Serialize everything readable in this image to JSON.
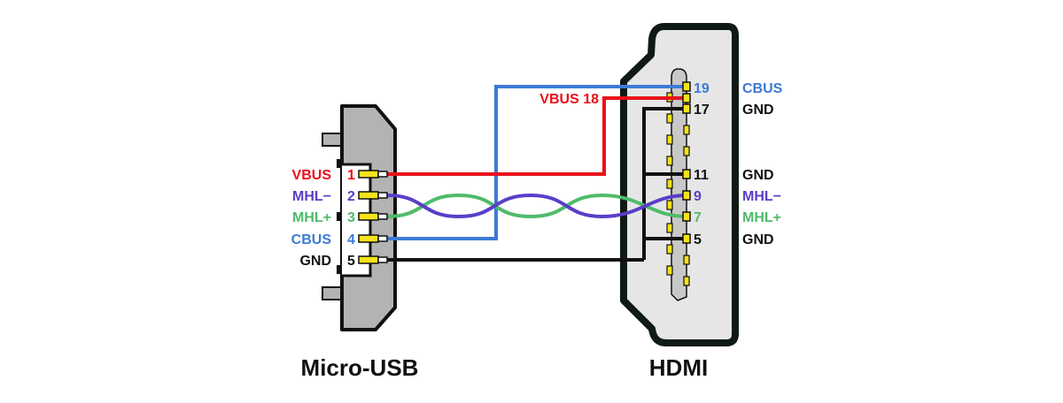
{
  "colors": {
    "vbus": "#e8111a",
    "mhl_minus": "#5a3ec8",
    "mhl_plus": "#4fbb6b",
    "cbus": "#3d7ad8",
    "gnd": "#111111",
    "pin_yellow": "#f5e21a",
    "usb_body": "#b3b3b3",
    "hdmi_outer": "#e6e6e6",
    "hdmi_inner": "#c8c8c8"
  },
  "micro_usb": {
    "title": "Micro-USB",
    "pins": [
      {
        "num": "1",
        "signal": "VBUS",
        "color": "#e8111a"
      },
      {
        "num": "2",
        "signal": "MHL−",
        "color": "#5a3ec8"
      },
      {
        "num": "3",
        "signal": "MHL+",
        "color": "#4fbb6b"
      },
      {
        "num": "4",
        "signal": "CBUS",
        "color": "#3d7ad8"
      },
      {
        "num": "5",
        "signal": "GND",
        "color": "#111111"
      }
    ]
  },
  "hdmi": {
    "title": "HDMI",
    "vbus_label": "VBUS 18",
    "pins": [
      {
        "num": "19",
        "signal": "CBUS",
        "num_color": "#3d7ad8",
        "signal_color": "#3d7ad8"
      },
      {
        "num": "17",
        "signal": "GND",
        "num_color": "#111111",
        "signal_color": "#111111"
      },
      {
        "num": "11",
        "signal": "GND",
        "num_color": "#111111",
        "signal_color": "#111111"
      },
      {
        "num": "9",
        "signal": "MHL−",
        "num_color": "#5a3ec8",
        "signal_color": "#5a3ec8"
      },
      {
        "num": "7",
        "signal": "MHL+",
        "num_color": "#4fbb6b",
        "signal_color": "#4fbb6b"
      },
      {
        "num": "5",
        "signal": "GND",
        "num_color": "#111111",
        "signal_color": "#111111"
      }
    ]
  }
}
